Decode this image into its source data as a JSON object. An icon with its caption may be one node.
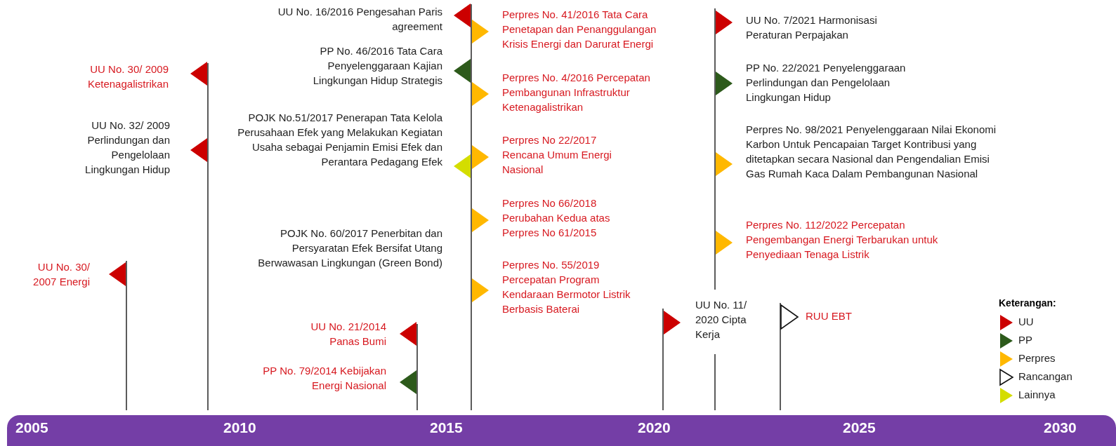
{
  "diagram": {
    "nodes": [
      {
        "text": [
          "UU No. 30/ 2007 Energi"
        ]
      },
      {
        "text": [
          "UU No. 30/ 2009 Ketenagalistrikan"
        ]
      },
      {
        "text": [
          "UU No. 32/ 2009 Perlindungan dan Pengelolaan Lingkungan Hidup"
        ]
      },
      {
        "text": [
          "UU No. 16/2016 Pengesahan Paris agreement"
        ]
      },
      {
        "text": [
          "PP No. 46/2016 Tata Cara Penyelenggaraan Kajian Lingkungan Hidup Strategis"
        ]
      },
      {
        "text": [
          "POJK No.51/2017 Penerapan Tata Kelola Perusahaan Efek yang Melakukan Kegiatan Usaha sebagai Penjamin Emisi Efek dan Perantara Pedagang Efek"
        ]
      },
      {
        "text": [
          "POJK No. 60/2017 Penerbitan dan Persyaratan Efek Bersifat Utang Berwawasan Lingkungan (Green Bond)"
        ]
      },
      {
        "text": [
          "UU No. 21/2014 Panas Bumi"
        ]
      },
      {
        "text": [
          "PP No. 79/2014 Kebijakan Energi Nasional"
        ]
      },
      {
        "text": [
          "Perpres No. 41/2016 Tata Cara Penetapan dan Penanggulangan Krisis Energi dan Darurat Energi"
        ]
      },
      {
        "text": [
          "Perpres No. 4/2016 Percepatan Pembangunan Infrastruktur Ketenagalistrikan"
        ]
      },
      {
        "text": [
          "Perpres No 22/2017 Rencana Umum Energi Nasional"
        ]
      },
      {
        "text": [
          "Perpres No 66/2018 Perubahan Kedua atas Perpres No 61/2015"
        ]
      },
      {
        "text": [
          "Perpres No. 55/2019 Percepatan Program Kendaraan Bermotor Listrik Berbasis Baterai"
        ]
      },
      {
        "text": [
          "UU No. 11/ 2020 Cipta Kerja"
        ]
      },
      {
        "text": [
          "UU No. 7/2021 Harmonisasi Peraturan Perpajakan"
        ]
      },
      {
        "text": [
          "PP No. 22/2021 Penyelenggaraan Perlindungan dan Pengelolaan Lingkungan Hidup"
        ]
      },
      {
        "text": [
          "Perpres No. 98/2021 Penyelenggaraan Nilai Ekonomi Karbon Untuk Pencapaian Target Kontribusi yang ditetapkan secara Nasional dan Pengendalian Emisi Gas Rumah Kaca Dalam Pembangunan Nasional"
        ]
      },
      {
        "text": [
          "Perpres No. 112/2022 Percepatan Pengembangan Energi Terbarukan untuk Penyediaan Tenaga Listrik"
        ]
      },
      {
        "text": [
          "RUU EBT"
        ]
      }
    ],
    "labels": [
      "2005",
      "2010",
      "2015",
      "2020",
      "2025",
      "2030",
      "Keterangan:"
    ],
    "legend": [
      {
        "text": "UU",
        "color": "#cc0000"
      },
      {
        "text": "PP",
        "color": "#2d5a1b"
      },
      {
        "text": "Perpres",
        "color": "#ffb800"
      },
      {
        "text": "Rancangan"
      },
      {
        "text": "Lainnya",
        "color": "#d4dd00"
      }
    ]
  }
}
